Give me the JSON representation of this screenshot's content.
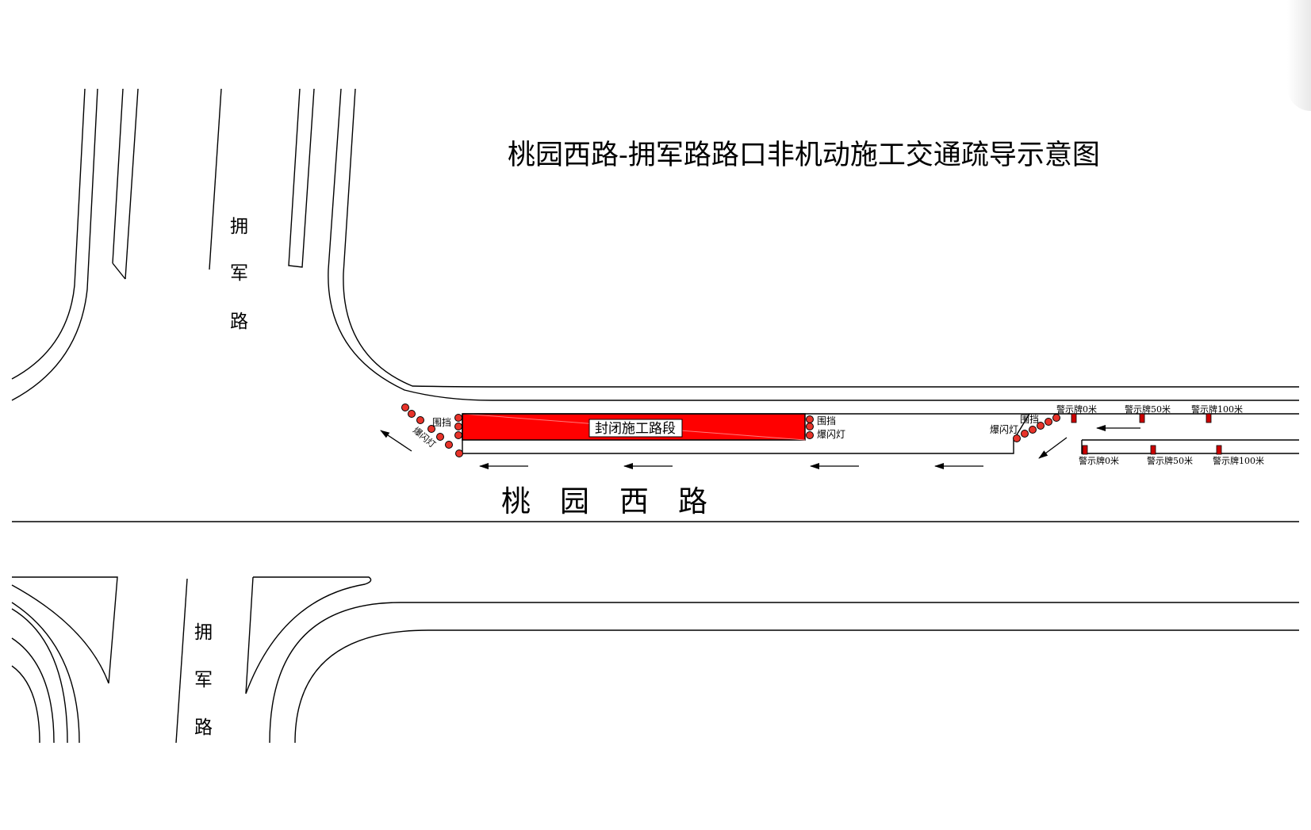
{
  "title": "桃园西路-拥军路路口非机动施工交通疏导示意图",
  "roads": {
    "main_road_chars": [
      "桃",
      "园",
      "西",
      "路"
    ],
    "cross_road_upper_chars": [
      "拥",
      "军",
      "路"
    ],
    "cross_road_lower_chars": [
      "拥",
      "军",
      "路"
    ]
  },
  "closed_section_label": "封闭施工路段",
  "labels": {
    "barrier_left": "围挡",
    "flash_light_left": "爆闪灯",
    "barrier_right_end": "围挡",
    "flash_light_right_end": "爆闪灯",
    "barrier_entry": "围挡",
    "flash_light_entry": "爆闪灯"
  },
  "warning_signs_upper": [
    "警示牌0米",
    "警示牌50米",
    "警示牌100米"
  ],
  "warning_signs_lower": [
    "警示牌0米",
    "警示牌50米",
    "警示牌100米"
  ],
  "colors": {
    "closed_section": "#ff0000",
    "flash_light": "#e8332a",
    "warning_sign": "#cc0000",
    "lines": "#000000"
  }
}
